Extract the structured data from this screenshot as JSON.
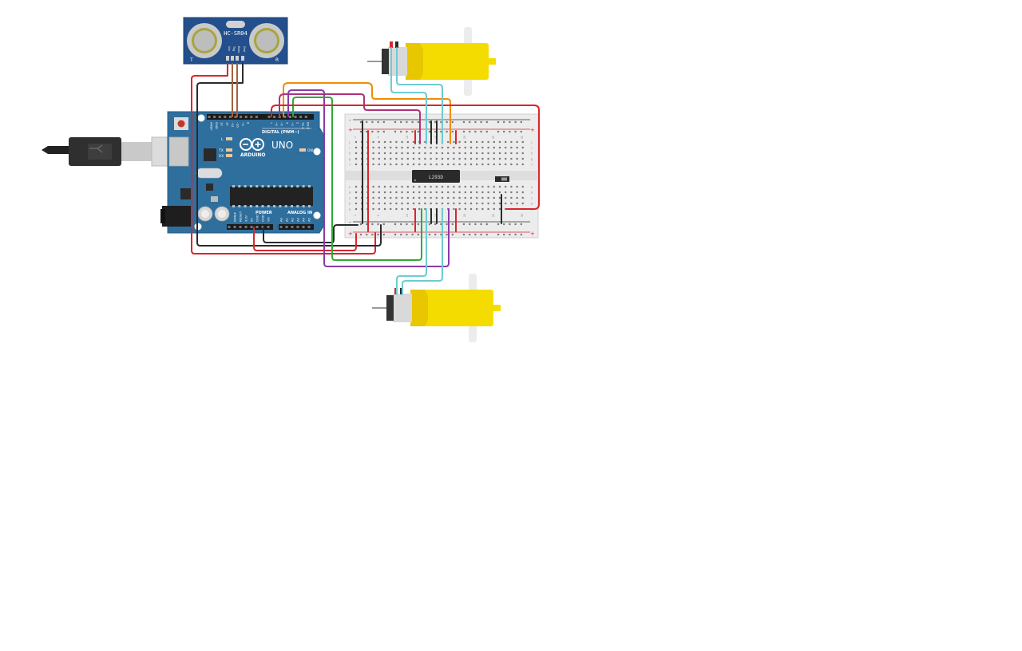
{
  "sensor": {
    "model": "HC-SR04",
    "left_marking": "T",
    "right_marking": "R",
    "pins": [
      "Vcc",
      "Trig",
      "Echo",
      "Gnd"
    ]
  },
  "arduino": {
    "logo": "ARDUINO",
    "model": "UNO",
    "digital_header": "DIGITAL (PWM~)",
    "power_header": "POWER",
    "analog_header": "ANALOG IN",
    "led_labels": [
      "L",
      "TX",
      "RX",
      "ON"
    ],
    "top_pin_labels": [
      "AREF",
      "GND",
      "13",
      "12",
      "~11",
      "~10",
      "~9",
      "8",
      "7",
      "~6",
      "~5",
      "4",
      "~3",
      "2",
      "TX 1",
      "RX 0"
    ],
    "power_pin_labels": [
      "IOREF",
      "RESET",
      "3.3V",
      "5V",
      "GND",
      "GND",
      "Vin"
    ],
    "analog_pin_labels": [
      "A0",
      "A1",
      "A2",
      "A3",
      "A4",
      "A5"
    ]
  },
  "breadboard": {
    "top_col_numbers": [
      "1",
      "5",
      "10",
      "15",
      "20",
      "25",
      "30"
    ],
    "bottom_col_numbers": [
      "1",
      "5",
      "10",
      "15",
      "20",
      "25",
      "30"
    ],
    "row_letters_top": [
      "j",
      "i",
      "h",
      "g",
      "f"
    ],
    "row_letters_bottom": [
      "e",
      "d",
      "c",
      "b",
      "a"
    ],
    "plus": "+",
    "minus": "-"
  },
  "driver_chip": {
    "label": "L293D"
  },
  "colors": {
    "red": "#d9262e",
    "black": "#2b2b2b",
    "brown": "#a0633d",
    "orange": "#f28c00",
    "purple": "#8a3aa8",
    "green": "#2faa3a",
    "cyan": "#6ecbd3",
    "magenta": "#b0307a",
    "arduino_blue": "#2f6f9e",
    "motor_yellow": "#f4dc00"
  }
}
